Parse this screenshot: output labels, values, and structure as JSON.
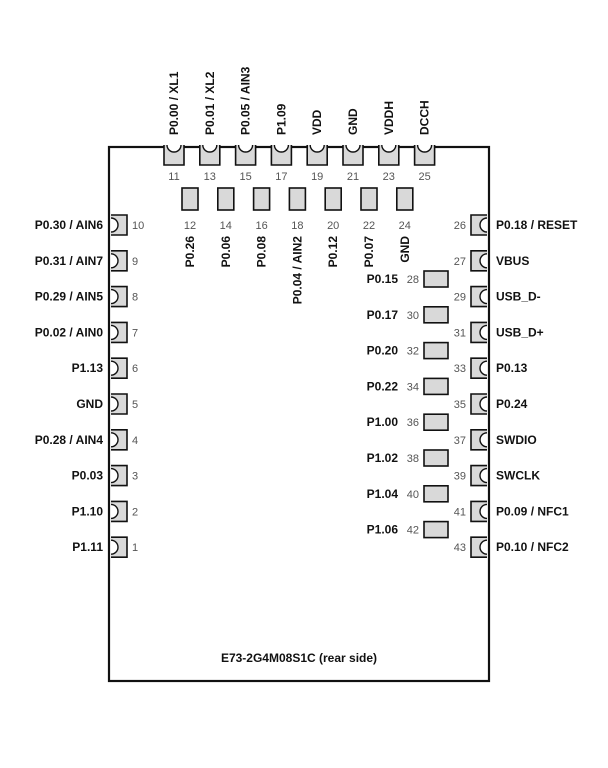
{
  "module": {
    "caption": "E73-2G4M08S1C (rear side)"
  },
  "top_edge_pins": [
    {
      "num": "11",
      "label": "P0.00 / XL1"
    },
    {
      "num": "13",
      "label": "P0.01 / XL2"
    },
    {
      "num": "15",
      "label": "P0.05 / AIN3"
    },
    {
      "num": "17",
      "label": "P1.09"
    },
    {
      "num": "19",
      "label": "VDD"
    },
    {
      "num": "21",
      "label": "GND"
    },
    {
      "num": "23",
      "label": "VDDH"
    },
    {
      "num": "25",
      "label": "DCCH"
    }
  ],
  "top_inner_pads": [
    {
      "num": "12",
      "label": "P0.26"
    },
    {
      "num": "14",
      "label": "P0.06"
    },
    {
      "num": "16",
      "label": "P0.08"
    },
    {
      "num": "18",
      "label": "P0.04 / AIN2"
    },
    {
      "num": "20",
      "label": "P0.12"
    },
    {
      "num": "22",
      "label": "P0.07"
    },
    {
      "num": "24",
      "label": "GND"
    }
  ],
  "left_pins": [
    {
      "num": "10",
      "label": "P0.30 / AIN6"
    },
    {
      "num": "9",
      "label": "P0.31 / AIN7"
    },
    {
      "num": "8",
      "label": "P0.29 / AIN5"
    },
    {
      "num": "7",
      "label": "P0.02 / AIN0"
    },
    {
      "num": "6",
      "label": "P1.13"
    },
    {
      "num": "5",
      "label": "GND"
    },
    {
      "num": "4",
      "label": "P0.28 / AIN4"
    },
    {
      "num": "3",
      "label": "P0.03"
    },
    {
      "num": "2",
      "label": "P1.10"
    },
    {
      "num": "1",
      "label": "P1.11"
    }
  ],
  "right_pins": [
    {
      "num": "26",
      "label": "P0.18 / RESET"
    },
    {
      "num": "27",
      "label": "VBUS"
    },
    {
      "num": "29",
      "label": "USB_D-"
    },
    {
      "num": "31",
      "label": "USB_D+"
    },
    {
      "num": "33",
      "label": "P0.13"
    },
    {
      "num": "35",
      "label": "P0.24"
    },
    {
      "num": "37",
      "label": "SWDIO"
    },
    {
      "num": "39",
      "label": "SWCLK"
    },
    {
      "num": "41",
      "label": "P0.09 / NFC1"
    },
    {
      "num": "43",
      "label": "P0.10 / NFC2"
    }
  ],
  "right_inner_pads": [
    {
      "num": "28",
      "label": "P0.15"
    },
    {
      "num": "30",
      "label": "P0.17"
    },
    {
      "num": "32",
      "label": "P0.20"
    },
    {
      "num": "34",
      "label": "P0.22"
    },
    {
      "num": "36",
      "label": "P1.00"
    },
    {
      "num": "38",
      "label": "P1.02"
    },
    {
      "num": "40",
      "label": "P1.04"
    },
    {
      "num": "42",
      "label": "P1.06"
    }
  ]
}
